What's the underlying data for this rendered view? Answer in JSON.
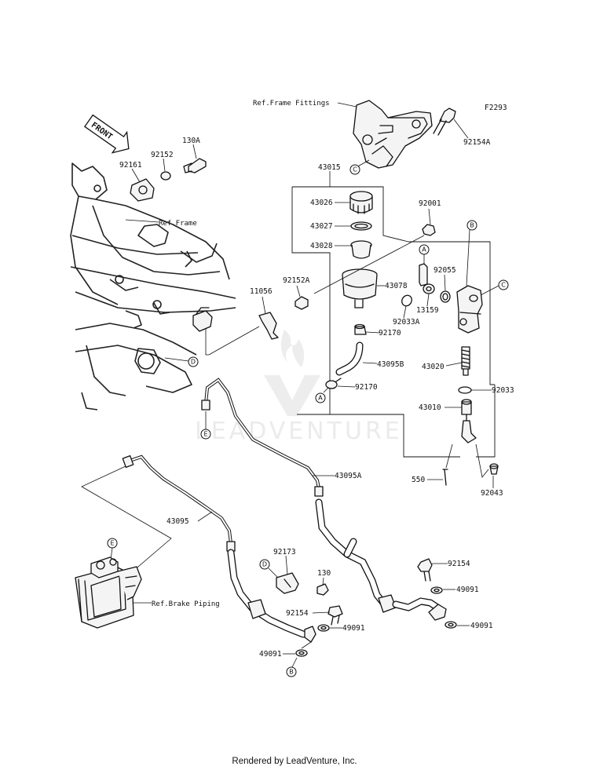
{
  "diagram_code": "F2293",
  "front_arrow_label": "FRONT",
  "watermark": "LEADVENTURE",
  "footer": "Rendered by LeadVenture, Inc.",
  "refs": {
    "frame_fittings": "Ref.Frame Fittings",
    "frame": "Ref.Frame",
    "brake_piping": "Ref.Brake Piping"
  },
  "parts": {
    "p130a": "130A",
    "p92152": "92152",
    "p92161": "92161",
    "p92154a": "92154A",
    "p43015": "43015",
    "p43026": "43026",
    "p43027": "43027",
    "p43028": "43028",
    "p92001": "92001",
    "p92055": "92055",
    "p43078": "43078",
    "p13159": "13159",
    "p92033a": "92033A",
    "p92170a": "92170",
    "p43095b": "43095B",
    "p92170b": "92170",
    "p43020": "43020",
    "p92033": "92033",
    "p43010": "43010",
    "p550": "550",
    "p92043": "92043",
    "p11056": "11056",
    "p92152a": "92152A",
    "p43095a": "43095A",
    "p43095": "43095",
    "p92173": "92173",
    "p130": "130",
    "p92154b": "92154",
    "p49091a": "49091",
    "p49091b": "49091",
    "p92154c": "92154",
    "p49091c": "49091",
    "p49091d": "49091"
  },
  "callouts": {
    "a": "A",
    "b": "B",
    "c": "C",
    "d": "D",
    "e": "E"
  }
}
